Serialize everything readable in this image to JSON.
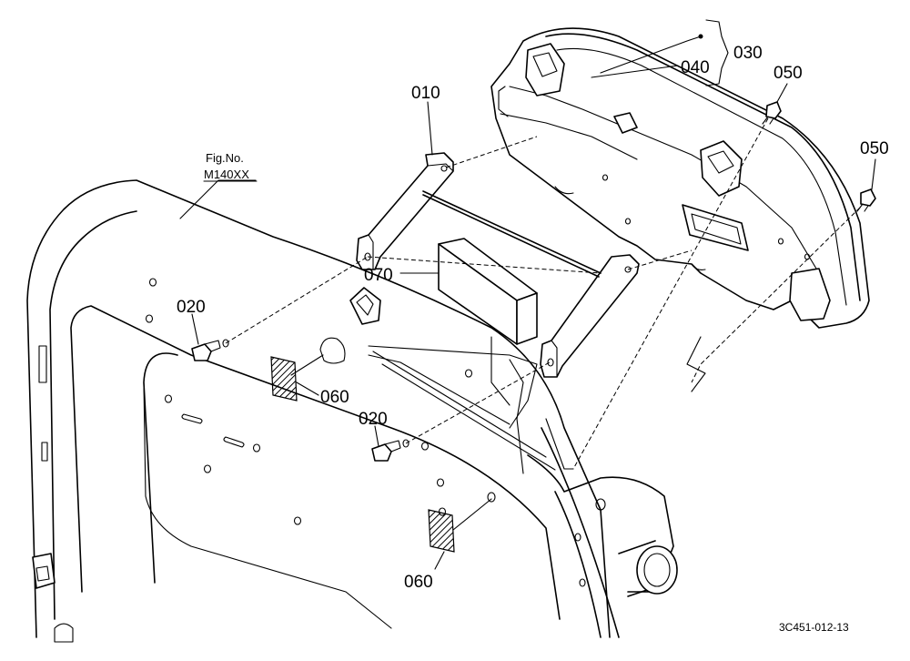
{
  "figure_ref": {
    "line1": "Fig.No.",
    "line2": "M140XX"
  },
  "callouts": {
    "p010": "010",
    "p020a": "020",
    "p020b": "020",
    "p030": "030",
    "p040": "040",
    "p050a": "050",
    "p050b": "050",
    "p060a": "060",
    "p060b": "060",
    "p070": "070"
  },
  "drawing_code": "3C451-012-13"
}
